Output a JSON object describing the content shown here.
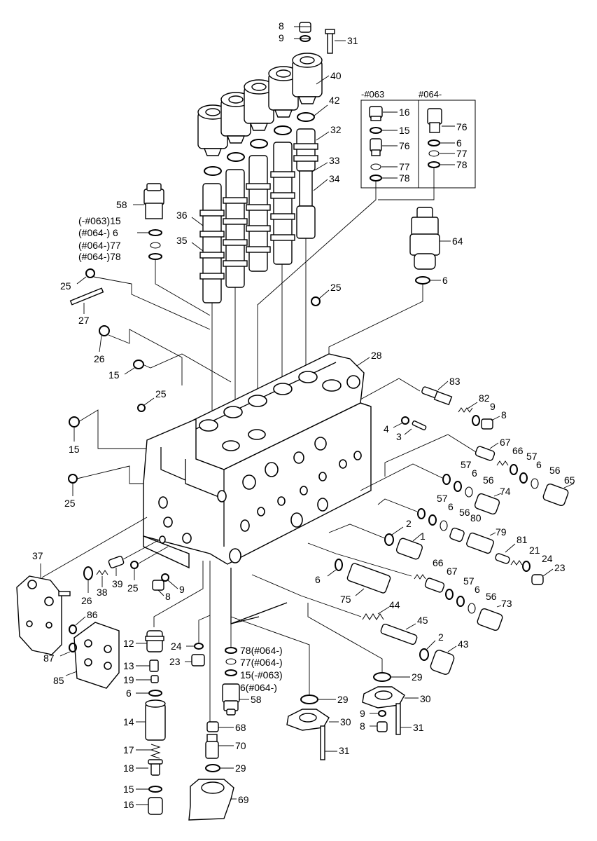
{
  "inset": {
    "left_header": "-#063",
    "right_header": "#064-",
    "left_items": [
      "16",
      "15",
      "76",
      "77",
      "78"
    ],
    "right_items": [
      "76",
      "6",
      "77",
      "78"
    ]
  },
  "labels": {
    "l8a": "8",
    "l9a": "9",
    "l31a": "31",
    "l40": "40",
    "l42": "42",
    "l32": "32",
    "l33": "33",
    "l34": "34",
    "l58a": "58",
    "l15note": "(-#063)15",
    "l6note": "(#064-)  6",
    "l77note": "(#064-)77",
    "l78note": "(#064-)78",
    "l36": "36",
    "l35": "35",
    "l25a": "25",
    "l27": "27",
    "l26a": "26",
    "l15b": "15",
    "l25b": "25",
    "l25c": "25",
    "l64": "64",
    "l6a": "6",
    "l28": "28",
    "l15c": "15",
    "l25d": "25",
    "l83": "83",
    "l82": "82",
    "l9b": "9",
    "l8b": "8",
    "l4": "4",
    "l3": "3",
    "l67a": "67",
    "l66a": "66",
    "l57a": "57",
    "l6b": "6",
    "l56a": "56",
    "l65": "65",
    "l57b": "57",
    "l6c": "6",
    "l56b": "56",
    "l74": "74",
    "l57c": "57",
    "l6d": "6",
    "l56c": "56",
    "l80": "80",
    "l79": "79",
    "l2a": "2",
    "l1": "1",
    "l81": "81",
    "l21": "21",
    "l24a": "24",
    "l23a": "23",
    "l37": "37",
    "l26b": "26",
    "l38": "38",
    "l39": "39",
    "l25e": "25",
    "l9c": "9",
    "l8c": "8",
    "l6e": "6",
    "l66b": "66",
    "l67b": "67",
    "l57d": "57",
    "l6f": "6",
    "l56d": "56",
    "l73": "73",
    "l75": "75",
    "l86": "86",
    "l87": "87",
    "l85": "85",
    "l44": "44",
    "l45": "45",
    "l2b": "2",
    "l43": "43",
    "l12": "12",
    "l24b": "24",
    "l23b": "23",
    "l13": "13",
    "l19": "19",
    "l6g": "6",
    "l78c": "78(#064-)",
    "l77c": "77(#064-)",
    "l15d": "15(-#063)",
    "l6h": "6(#064-)",
    "l58b": "58",
    "l29a": "29",
    "l29b": "29",
    "l30a": "30",
    "l30b": "30",
    "l9d": "9",
    "l8d": "8",
    "l31b": "31",
    "l31c": "31",
    "l14": "14",
    "l68": "68",
    "l70": "70",
    "l17": "17",
    "l18": "18",
    "l29c": "29",
    "l15e": "15",
    "l16": "16",
    "l69": "69"
  }
}
